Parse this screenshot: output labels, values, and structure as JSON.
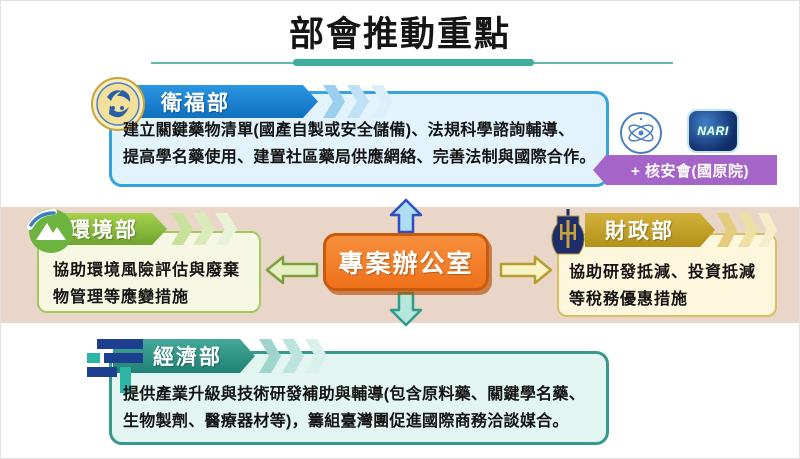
{
  "title": "部會推動重點",
  "center": {
    "label": "專案辦公室"
  },
  "mohw": {
    "name": "衛福部",
    "lines": [
      "建立關鍵藥物清單(國產自製或安全儲備)、法規科學諮詢輔導、",
      "提高學名藥使用、建置社區藥局供應網絡、完善法制與國際合作。"
    ]
  },
  "nsc": {
    "badge_label": "+ 核安會(國原院)",
    "nari_label": "NARI"
  },
  "moenv": {
    "name": "環境部",
    "lines": [
      "協助環境風險評估與廢棄",
      "物管理等應變措施"
    ]
  },
  "mof": {
    "name": "財政部",
    "lines": [
      "協助研發抵減、投資抵減",
      "等稅務優惠措施"
    ]
  },
  "moea": {
    "name": "經濟部",
    "lines": [
      "提供產業升級與技術研發補助與輔導(包含原料藥、關鍵學名藥、",
      "生物製劑、醫療器材等)，籌組臺灣團促進國際商務洽談媒合。"
    ]
  },
  "icons": [
    "mohw-seal-icon",
    "nsc-atom-seal-icon",
    "nari-globe-icon",
    "moenv-mountain-icon",
    "mof-emblem-icon",
    "moea-bars-icon",
    "arrow-up-icon",
    "arrow-down-icon",
    "arrow-left-icon",
    "arrow-right-icon"
  ],
  "colors": {
    "underline_teal": "#3fae9c",
    "band_pink": "#e9d6c8",
    "center_orange": "#ef7119",
    "mohw_blue": "#1a7fd6",
    "moenv_green": "#79ac34",
    "mof_gold": "#c2a02a",
    "moea_teal": "#2a9487",
    "badge_purple": "#a565c8"
  }
}
